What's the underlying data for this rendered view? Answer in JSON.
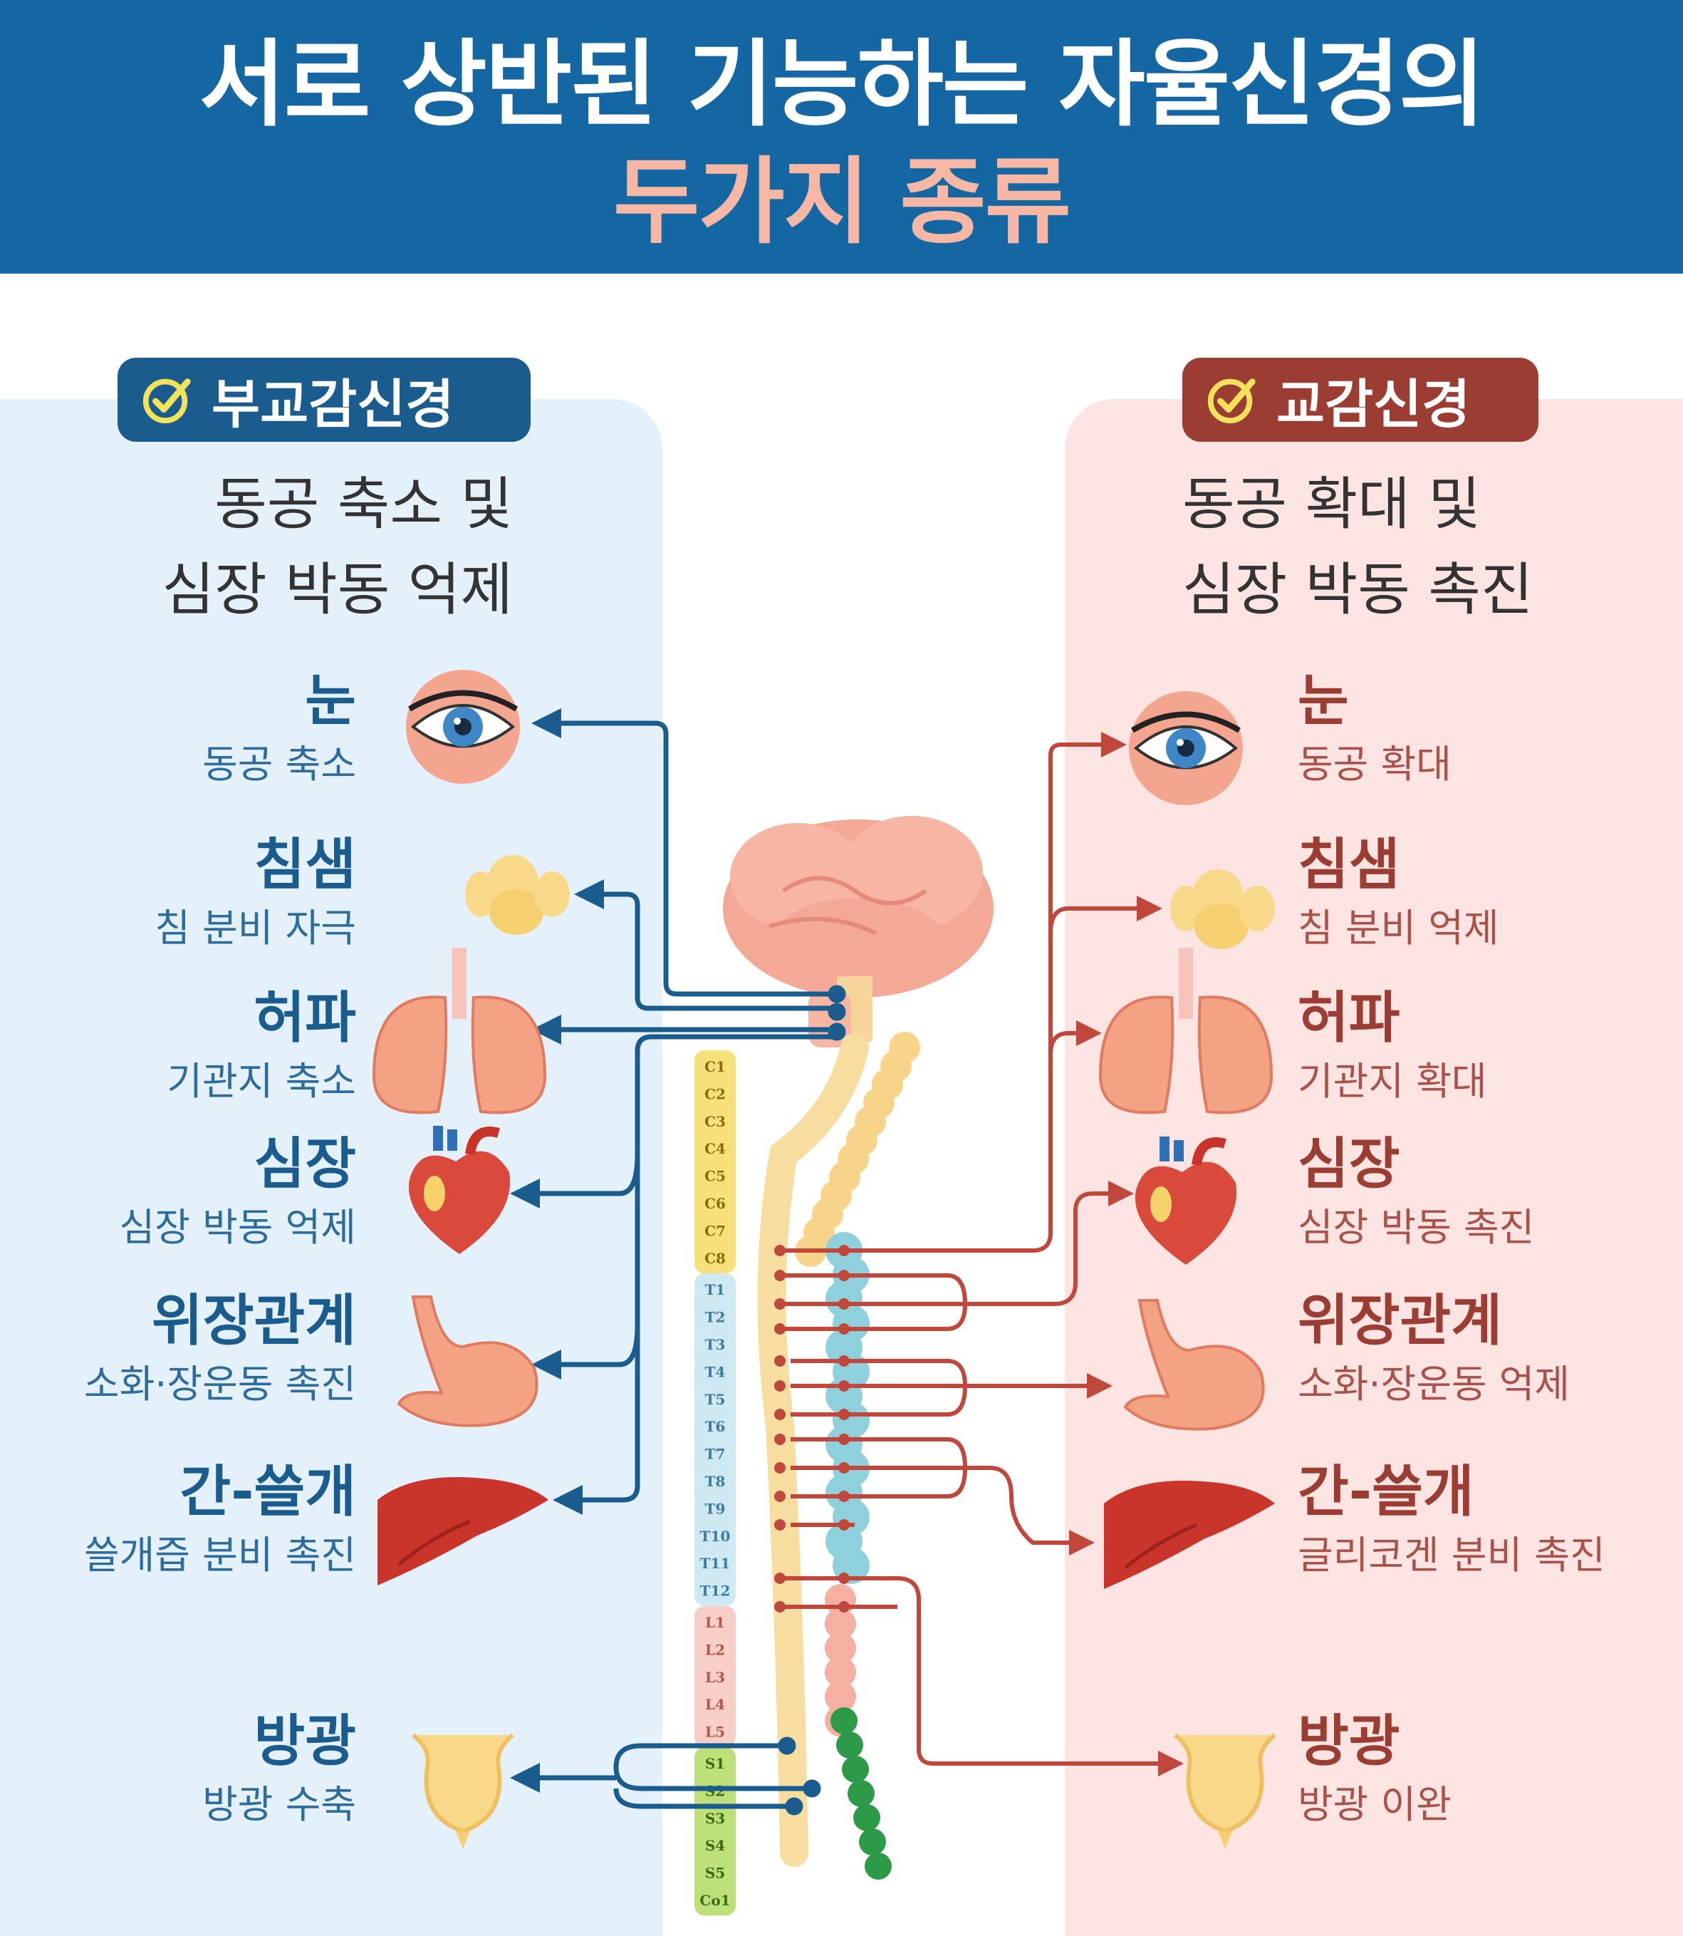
{
  "title": {
    "line1": "서로 상반된 기능하는 자율신경의",
    "line2": "두가지 종류"
  },
  "colors": {
    "header_bg": "#1467a3",
    "title_highlight": "#f6b7a4",
    "parasympathetic": "#1a5c8e",
    "sympathetic": "#9b3d33",
    "left_panel": "#e4f0fa",
    "right_panel": "#fbe4e1"
  },
  "parasympathetic": {
    "badge": "부교감신경",
    "summary": [
      "동공 축소 및",
      "심장 박동 억제"
    ],
    "organs": [
      {
        "name": "눈",
        "desc": "동공 축소",
        "icon": "eye-icon"
      },
      {
        "name": "침샘",
        "desc": "침 분비 자극",
        "icon": "salivary-gland-icon"
      },
      {
        "name": "허파",
        "desc": "기관지 축소",
        "icon": "lungs-icon"
      },
      {
        "name": "심장",
        "desc": "심장 박동 억제",
        "icon": "heart-icon"
      },
      {
        "name": "위장관계",
        "desc": "소화·장운동 촉진",
        "icon": "stomach-icon"
      },
      {
        "name": "간-쓸개",
        "desc": "쓸개즙 분비 촉진",
        "icon": "liver-icon"
      },
      {
        "name": "방광",
        "desc": "방광 수축",
        "icon": "bladder-icon"
      }
    ]
  },
  "sympathetic": {
    "badge": "교감신경",
    "summary": [
      "동공 확대 및",
      "심장 박동 촉진"
    ],
    "organs": [
      {
        "name": "눈",
        "desc": "동공 확대",
        "icon": "eye-icon"
      },
      {
        "name": "침샘",
        "desc": "침 분비 억제",
        "icon": "salivary-gland-icon"
      },
      {
        "name": "허파",
        "desc": "기관지 확대",
        "icon": "lungs-icon"
      },
      {
        "name": "심장",
        "desc": "심장 박동 촉진",
        "icon": "heart-icon"
      },
      {
        "name": "위장관계",
        "desc": "소화·장운동 억제",
        "icon": "stomach-icon"
      },
      {
        "name": "간-쓸개",
        "desc": "글리코겐 분비 촉진",
        "icon": "liver-icon"
      },
      {
        "name": "방광",
        "desc": "방광 이완",
        "icon": "bladder-icon"
      }
    ]
  },
  "spine": {
    "cervical": [
      "C1",
      "C2",
      "C3",
      "C4",
      "C5",
      "C6",
      "C7",
      "C8"
    ],
    "thoracic": [
      "T1",
      "T2",
      "T3",
      "T4",
      "T5",
      "T6",
      "T7",
      "T8",
      "T9",
      "T10",
      "T11",
      "T12"
    ],
    "lumbar": [
      "L1",
      "L2",
      "L3",
      "L4",
      "L5"
    ],
    "sacral": [
      "S1",
      "S2",
      "S3",
      "S4",
      "S5",
      "Co1"
    ]
  }
}
